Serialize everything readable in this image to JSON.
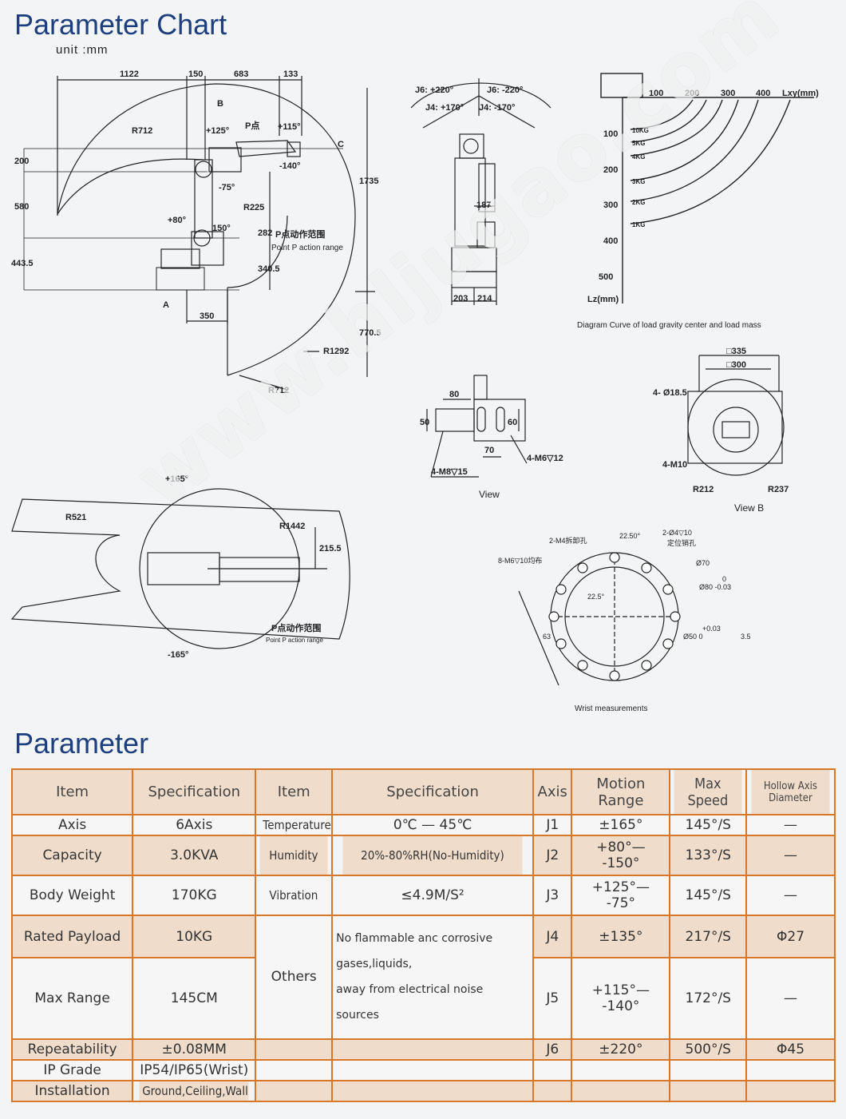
{
  "titles": {
    "chart": "Parameter Chart",
    "unit": "unit :mm",
    "parameter": "Parameter"
  },
  "drawing": {
    "side_view": {
      "dims_top": [
        "1122",
        "150",
        "683",
        "133"
      ],
      "left_dims": [
        "200",
        "580",
        "443.5"
      ],
      "right_dims": [
        "1735",
        "770.5",
        "282",
        "340.5"
      ],
      "bottom_dim": "350",
      "radii": [
        "R712",
        "R225",
        "R1292",
        "R712"
      ],
      "angles": [
        "+125°",
        "+115°",
        "-140°",
        "-75°",
        "+80°",
        "150°"
      ],
      "markers": [
        "B",
        "C",
        "A"
      ],
      "p_point": "P点",
      "p_range_cn": "P点动作范围",
      "p_range_en": "Point P action range"
    },
    "front_view": {
      "angles": [
        "J6: +220°",
        "J6: -220°",
        "J4: +170°",
        "J4: -170°"
      ],
      "dims": [
        "187",
        "203",
        "214"
      ]
    },
    "load_chart": {
      "x_ticks": [
        "100",
        "200",
        "300",
        "400"
      ],
      "x_label": "Lxy(mm)",
      "y_ticks": [
        "100",
        "200",
        "300",
        "400",
        "500"
      ],
      "y_label": "Lz(mm)",
      "curves": [
        "10KG",
        "5KG",
        "4KG",
        "3KG",
        "2KG",
        "1KG"
      ],
      "caption": "Diagram Curve of load gravity center and load mass"
    },
    "view_detail": {
      "dims": [
        "80",
        "50",
        "60",
        "70"
      ],
      "holes": [
        "4-M8▽15",
        "4-M6▽12"
      ],
      "caption": "View"
    },
    "view_b": {
      "dims": [
        "□335",
        "□300",
        "4- Ø18.5",
        "4-M10",
        "R212",
        "R237"
      ],
      "caption": "View    B"
    },
    "top_view": {
      "angles": [
        "+165°",
        "-165°"
      ],
      "radii": [
        "R521",
        "R1442"
      ],
      "dim": "215.5",
      "p_range_cn": "P点动作范围",
      "p_range_en": "Point P action range"
    },
    "wrist": {
      "labels": [
        "2-M4拆卸孔",
        "22.50°",
        "2-Ø4▽10",
        "定位销孔",
        "8-M6▽10均布",
        "Ø70",
        "0",
        "Ø80 -0.03",
        "+0.03",
        "Ø50  0",
        "3.5",
        "63",
        "22.5°"
      ],
      "caption": "Wrist measurements"
    },
    "watermark": "www.hljugao.com"
  },
  "table": {
    "headers": [
      "Item",
      "Specification",
      "Item",
      "Specification",
      "Axis",
      "Motion Range",
      "Max Speed",
      "Hollow Axis Diameter"
    ],
    "left": [
      [
        "Axis",
        "6Axis"
      ],
      [
        "Capacity",
        "3.0KVA"
      ],
      [
        "Body Weight",
        "170KG"
      ],
      [
        "Rated Payload",
        "10KG"
      ],
      [
        "Max Range",
        "145CM"
      ],
      [
        "Repeatability",
        "±0.08MM"
      ],
      [
        "IP Grade",
        "IP54/IP65(Wrist)"
      ],
      [
        "Installation",
        "Ground,Ceiling,Wall"
      ]
    ],
    "middle": [
      [
        "Temperature",
        "0℃ — 45℃"
      ],
      [
        "Humidity",
        "20%-80%RH(No-Humidity)"
      ],
      [
        "Vibration",
        "≤4.9M/S²"
      ]
    ],
    "others_label": "Others",
    "others_note_1": "No flammable anc corrosive gases,liquids,",
    "others_note_2": "away from electrical noise sources",
    "axes": [
      [
        "J1",
        "±165°",
        "145°/S",
        "—"
      ],
      [
        "J2",
        "+80°— -150°",
        "133°/S",
        "—"
      ],
      [
        "J3",
        "+125°— -75°",
        "145°/S",
        "—"
      ],
      [
        "J4",
        "±135°",
        "217°/S",
        "Φ27"
      ],
      [
        "J5",
        "+115°— -140°",
        "172°/S",
        "—"
      ],
      [
        "J6",
        "±220°",
        "500°/S",
        "Φ45"
      ]
    ]
  }
}
